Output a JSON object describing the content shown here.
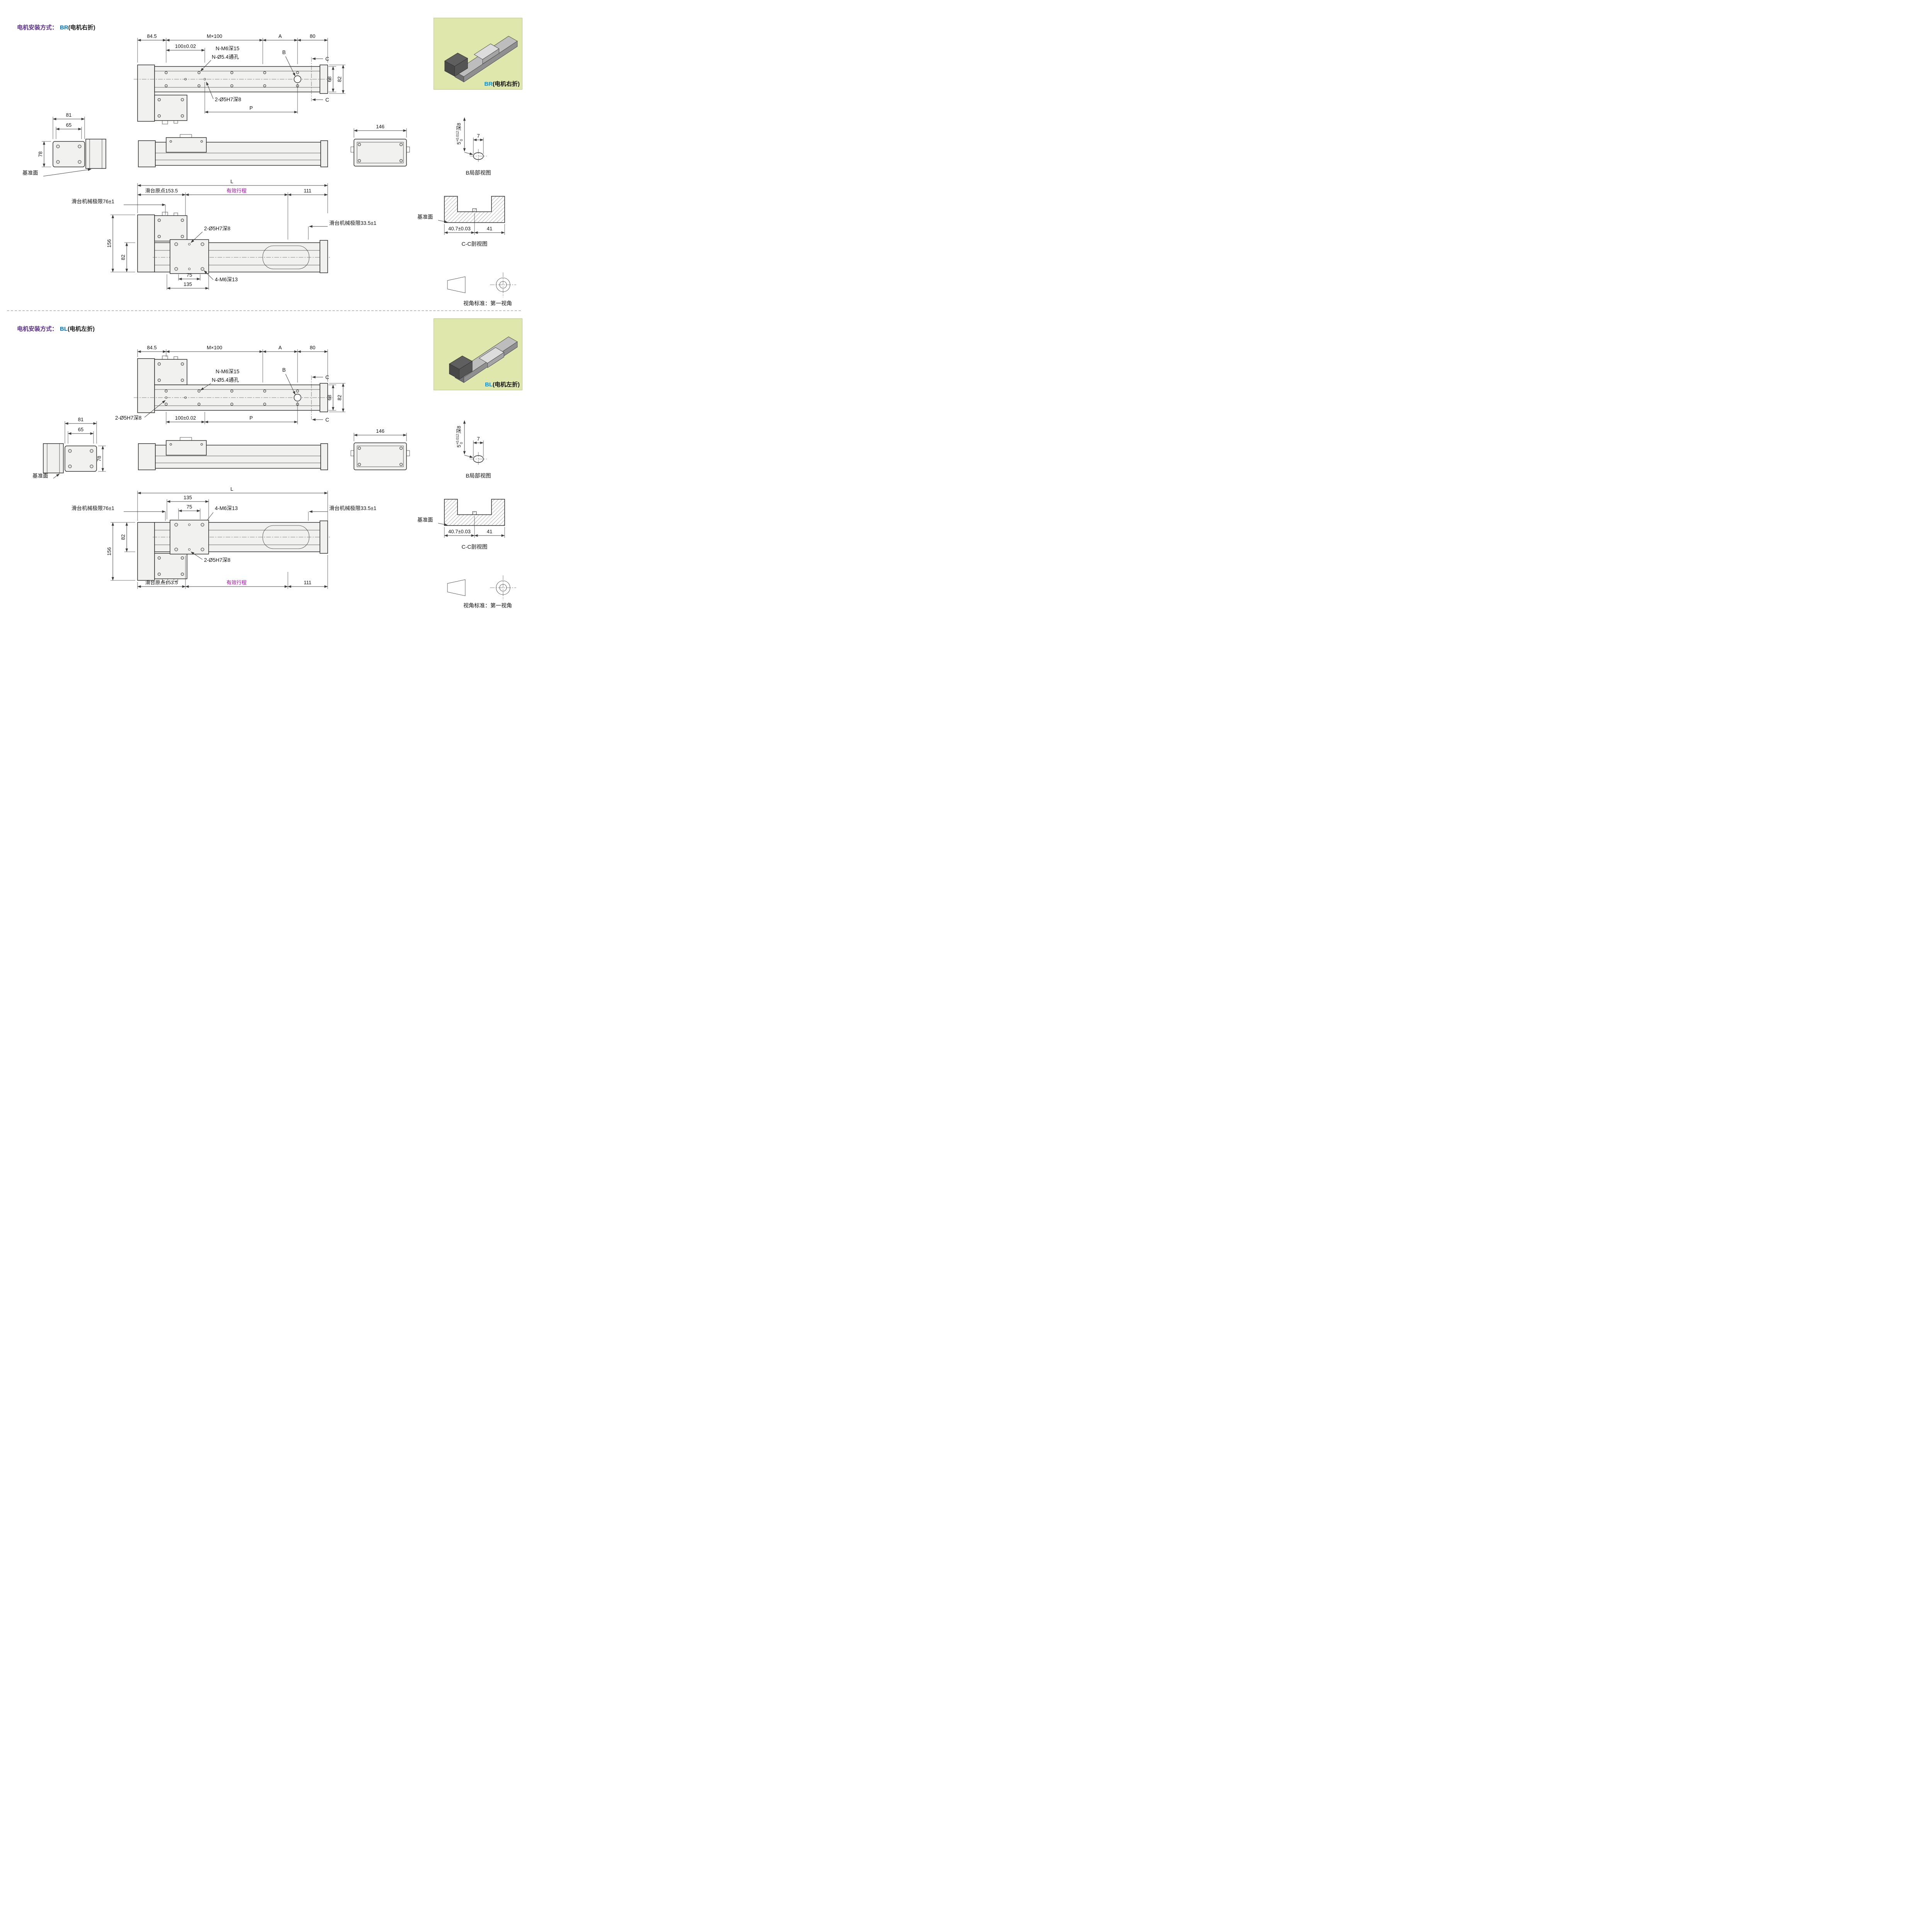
{
  "colors": {
    "accent_blue": "#0077c8",
    "title_purple": "#5b2d90",
    "travel_magenta": "#b800b8",
    "photo_bg": "#dfe7ac",
    "line": "#2b2b2b"
  },
  "sections": {
    "br": {
      "title_prefix": "电机安装方式：",
      "code": "BR",
      "code_suffix": "(电机右折)",
      "photo_code": "BR",
      "photo_suffix": "(电机右折)",
      "top": {
        "d845": "84.5",
        "dM": "M×100",
        "dA": "A",
        "d80": "80",
        "d100": "100±0.02",
        "n_m6": "N-M6深15",
        "n_hole": "N-Ø5.4通孔",
        "B": "B",
        "C1": "C",
        "C2": "C",
        "d68": "68",
        "d82": "82",
        "n_2o5": "2-Ø5H7深8",
        "dP": "P"
      },
      "end": {
        "d81": "81",
        "d65": "65",
        "d78": "78",
        "datum": "基准面"
      },
      "plan": {
        "d146": "146"
      },
      "bdet": {
        "base": "5",
        "tolu": "+0.012",
        "told": "0",
        "suf": "深8",
        "d7": "7",
        "cap": "B局部视图"
      },
      "front": {
        "dL": "L",
        "origin": "滑台原点153.5",
        "travel": "有效行程",
        "d111": "111",
        "limL": "滑台机械极限76±1",
        "n2o5": "2-Ø5H7深8",
        "limR": "滑台机械极限33.5±1",
        "d156": "156",
        "d82": "82",
        "d75": "75",
        "n4m6": "4-M6深13",
        "d135": "135"
      },
      "cc": {
        "datum": "基准面",
        "d407": "40.7±0.03",
        "d41": "41",
        "cap": "C-C剖视图"
      },
      "proj": "视角标准：第一视角"
    },
    "bl": {
      "title_prefix": "电机安装方式：",
      "code": "BL",
      "code_suffix": "(电机左折)",
      "photo_code": "BL",
      "photo_suffix": "(电机左折)",
      "top": {
        "d845": "84.5",
        "dM": "M×100",
        "dA": "A",
        "d80": "80",
        "d100": "100±0.02",
        "n_m6": "N-M6深15",
        "n_hole": "N-Ø5.4通孔",
        "B": "B",
        "C1": "C",
        "C2": "C",
        "d68": "68",
        "d82": "82",
        "n_2o5": "2-Ø5H7深8",
        "dP": "P"
      },
      "end": {
        "d81": "81",
        "d65": "65",
        "d78": "78",
        "datum": "基准面"
      },
      "plan": {
        "d146": "146"
      },
      "bdet": {
        "base": "5",
        "tolu": "+0.012",
        "told": "0",
        "suf": "深8",
        "d7": "7",
        "cap": "B局部视图"
      },
      "front": {
        "dL": "L",
        "origin": "滑台原点153.5",
        "travel": "有效行程",
        "d111": "111",
        "limL": "滑台机械极限76±1",
        "n2o5": "2-Ø5H7深8",
        "limR": "滑台机械极限33.5±1",
        "d156": "156",
        "d82": "82",
        "d75": "75",
        "n4m6": "4-M6深13",
        "d135": "135"
      },
      "cc": {
        "datum": "基准面",
        "d407": "40.7±0.03",
        "d41": "41",
        "cap": "C-C剖视图"
      },
      "proj": "视角标准：第一视角"
    }
  }
}
